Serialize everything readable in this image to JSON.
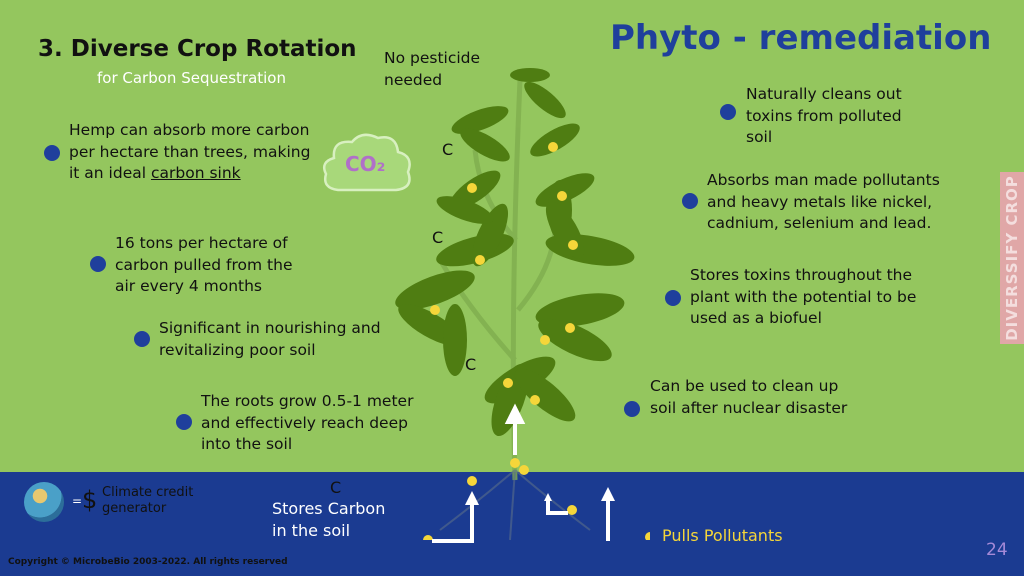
{
  "title": "3. Diverse Crop Rotation",
  "subtitle": "for Carbon Sequestration",
  "heading": "Phyto - remediation",
  "no_pesticide": "No pesticide needed",
  "co2": "CO₂",
  "carbon_label": "C",
  "left_points": [
    {
      "pre": "Hemp can absorb more carbon per hectare than trees, making it an ideal ",
      "link": "carbon sink"
    },
    {
      "pre": "16 tons per hectare of carbon pulled from the air every 4 months"
    },
    {
      "pre": "Significant in nourishing and revitalizing poor soil"
    },
    {
      "pre": "The roots grow 0.5-1 meter and effectively reach deep into the soil"
    }
  ],
  "right_points": [
    "Naturally cleans out toxins from polluted soil",
    "Absorbs man made pollutants and heavy metals like nickel, cadnium, selenium and lead.",
    "Stores toxins throughout the plant with the potential to be used as a biofuel",
    "Can be used to clean up soil after nuclear disaster"
  ],
  "climate": {
    "equals": "=",
    "dollar": "$",
    "label": "Climate credit generator"
  },
  "stores_carbon": "Stores Carbon in the soil",
  "pulls_pollutants": "Pulls Pollutants",
  "side_label": "DIVERSSIFY CROP",
  "copyright": "Copyright © MicrobeBio 2003-2022.  All rights reserved",
  "page_number": "24",
  "colors": {
    "bg": "#94c65e",
    "ground": "#1b3b91",
    "accent": "#1f3f9c",
    "leaf": "#4f7d12",
    "dot": "#f5d63a"
  }
}
